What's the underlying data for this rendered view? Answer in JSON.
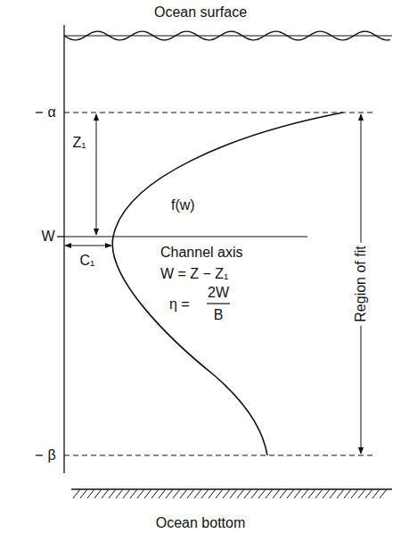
{
  "diagram": {
    "labels": [
      "Ocean surface",
      "α",
      "Z₁",
      "f(w)",
      "W",
      "C₁",
      "Channel axis",
      "W = Z − Z₁",
      "η =",
      "2W",
      "B",
      "Region of fit",
      "β",
      "Ocean bottom"
    ]
  }
}
